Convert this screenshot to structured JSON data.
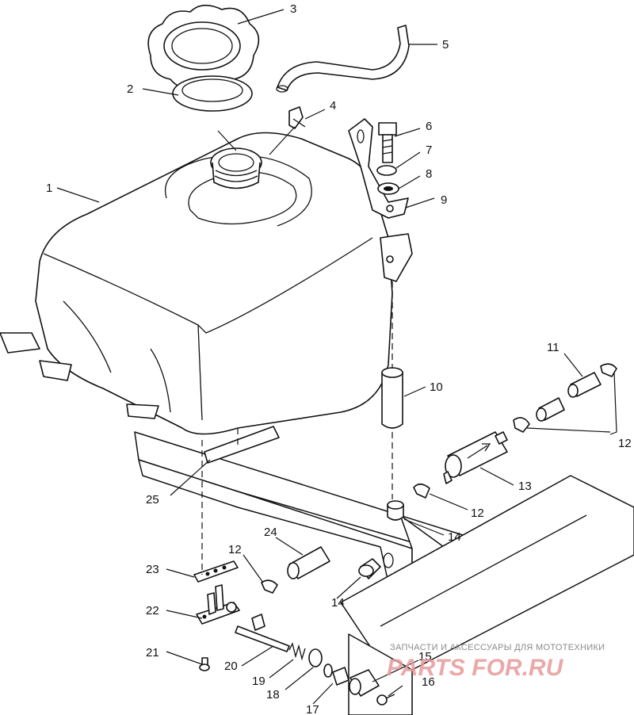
{
  "callouts": [
    {
      "id": "c1",
      "label": "1"
    },
    {
      "id": "c2",
      "label": "2"
    },
    {
      "id": "c3",
      "label": "3"
    },
    {
      "id": "c4",
      "label": "4"
    },
    {
      "id": "c5",
      "label": "5"
    },
    {
      "id": "c6",
      "label": "6"
    },
    {
      "id": "c7",
      "label": "7"
    },
    {
      "id": "c8",
      "label": "8"
    },
    {
      "id": "c9",
      "label": "9"
    },
    {
      "id": "c10",
      "label": "10"
    },
    {
      "id": "c11",
      "label": "11"
    },
    {
      "id": "c12a",
      "label": "12"
    },
    {
      "id": "c12b",
      "label": "12"
    },
    {
      "id": "c12c",
      "label": "12"
    },
    {
      "id": "c13",
      "label": "13"
    },
    {
      "id": "c14a",
      "label": "14"
    },
    {
      "id": "c14b",
      "label": "14"
    },
    {
      "id": "c15",
      "label": "15"
    },
    {
      "id": "c16",
      "label": "16"
    },
    {
      "id": "c17",
      "label": "17"
    },
    {
      "id": "c18",
      "label": "18"
    },
    {
      "id": "c19",
      "label": "19"
    },
    {
      "id": "c20",
      "label": "20"
    },
    {
      "id": "c21",
      "label": "21"
    },
    {
      "id": "c22",
      "label": "22"
    },
    {
      "id": "c23",
      "label": "23"
    },
    {
      "id": "c24",
      "label": "24"
    },
    {
      "id": "c25",
      "label": "25"
    }
  ],
  "watermark": {
    "tagline": "ЗАПЧАСТИ И АКСЕССУАРЫ ДЛЯ МОТОТЕХНИКИ",
    "logo_text": "PARTS FOR.RU"
  }
}
